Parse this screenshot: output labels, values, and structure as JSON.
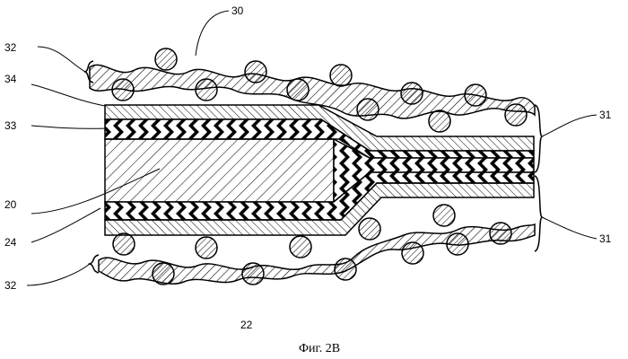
{
  "figure": {
    "caption": "Фиг. 2В",
    "labels": {
      "l30": "30",
      "l32_top": "32",
      "l34": "34",
      "l33": "33",
      "l20": "20",
      "l24": "24",
      "l32_bottom": "32",
      "l31_top": "31",
      "l31_bottom": "31",
      "l22": "22"
    }
  }
}
